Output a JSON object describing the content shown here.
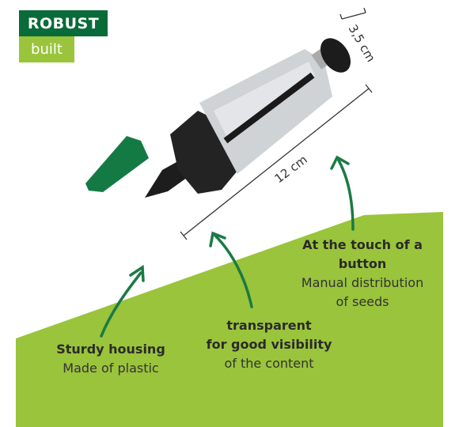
{
  "badge": {
    "title": "ROBUST",
    "subtitle": "built"
  },
  "dimensions": {
    "width": "3,5 cm",
    "length": "12 cm"
  },
  "features": [
    {
      "title": "Sturdy housing",
      "lines": [
        "Made of plastic"
      ]
    },
    {
      "title_lines": [
        "transparent",
        "for good visibility"
      ],
      "lines": [
        "of the content"
      ]
    },
    {
      "title_lines": [
        "At the touch of a",
        "button"
      ],
      "lines": [
        "Manual distribution",
        "of seeds"
      ]
    }
  ],
  "colors": {
    "dark_green": "#0a6b3a",
    "light_green": "#9ac43b",
    "arrow_green": "#1b7a45"
  }
}
